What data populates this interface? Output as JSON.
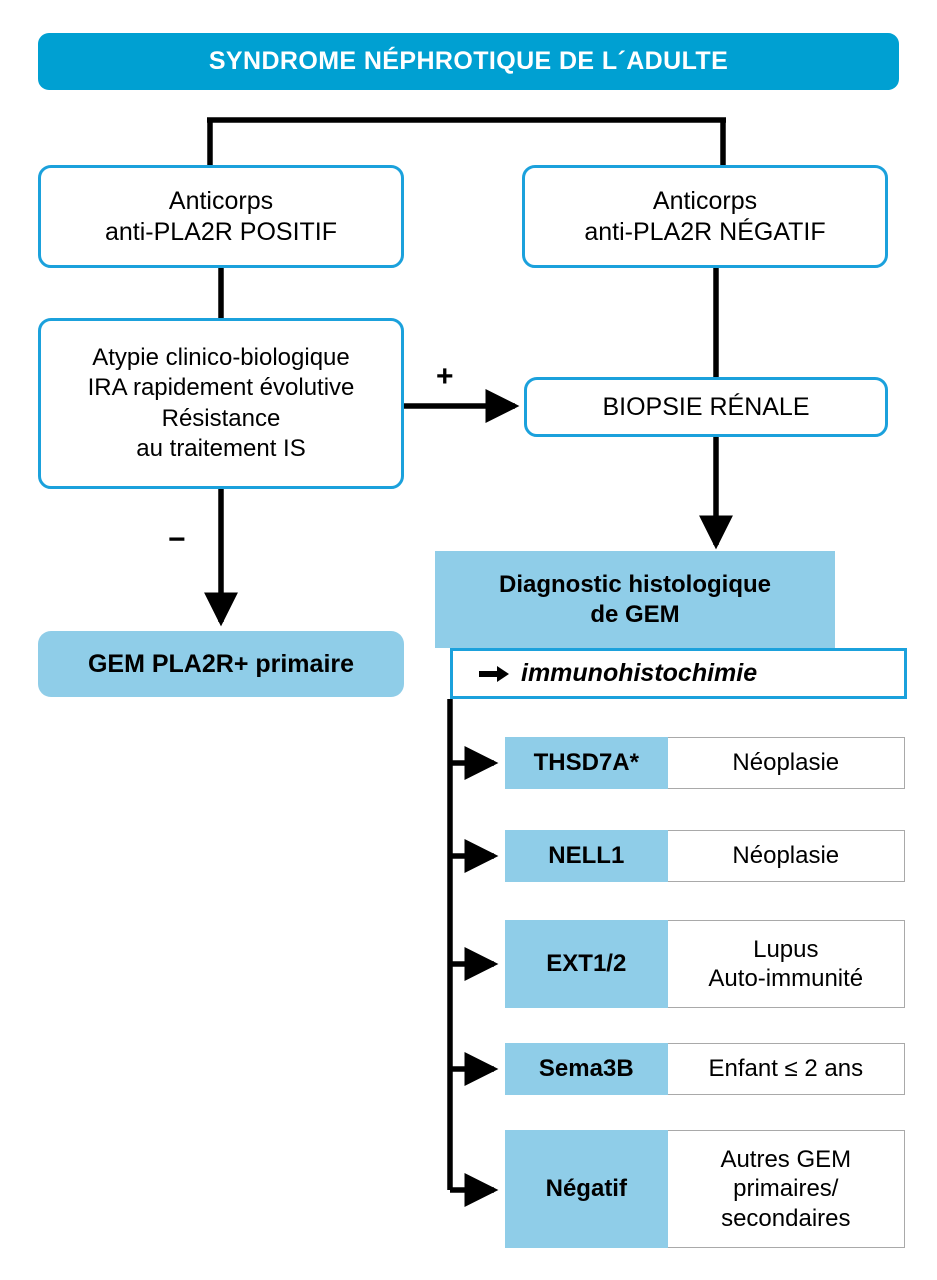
{
  "title": "SYNDROME NÉPHROTIQUE DE L´ADULTE",
  "nodes": {
    "antibody_positive": "Anticorps\nanti-PLA2R POSITIF",
    "antibody_negative": "Anticorps\nanti-PLA2R NÉGATIF",
    "atypie": "Atypie clinico-biologique\nIRA rapidement évolutive\nRésistance\nau traitement IS",
    "biopsy": "BIOPSIE RÉNALE",
    "gem_primary": "GEM PLA2R+ primaire",
    "diagnosis_header": "Diagnostic histologique\nde GEM",
    "immunohistochemistry": "immunohistochimie"
  },
  "edge_labels": {
    "plus": "+",
    "minus": "−"
  },
  "markers": [
    {
      "antigen": "THSD7A*",
      "association": "Néoplasie"
    },
    {
      "antigen": "NELL1",
      "association": "Néoplasie"
    },
    {
      "antigen": "EXT1/2",
      "association": "Lupus\nAuto-immunité"
    },
    {
      "antigen": "Sema3B",
      "association": "Enfant ≤ 2 ans"
    },
    {
      "antigen": "Négatif",
      "association": "Autres GEM\nprimaires/\nsecondaires"
    }
  ],
  "colors": {
    "banner_blue": "#00a0d2",
    "border_blue": "#1ba1dc",
    "fill_light_blue": "#8fcde8",
    "connector_black": "#000000",
    "cell_border_gray": "#a9a9a9"
  },
  "icons": {
    "ihc_arrow": "right-arrow-icon"
  }
}
